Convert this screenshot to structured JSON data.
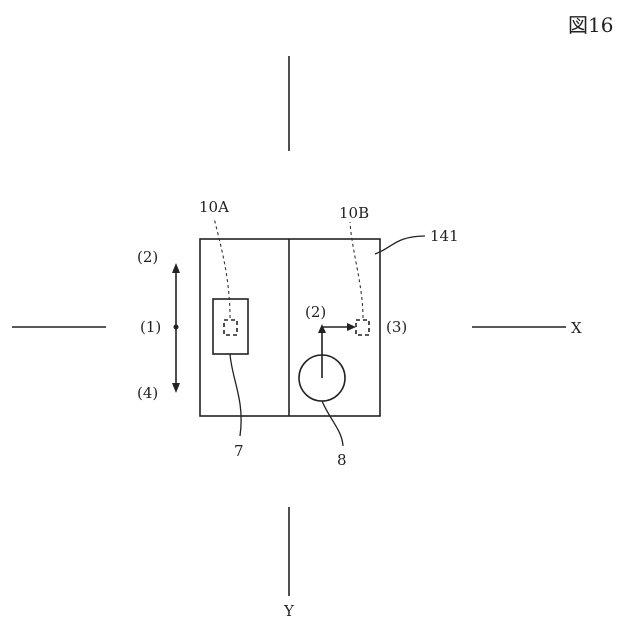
{
  "figure": {
    "title": "図16",
    "axis_x_label": "X",
    "axis_y_label": "Y",
    "labels": {
      "ref_141": "141",
      "ref_10A": "10A",
      "ref_10B": "10B",
      "ref_7": "7",
      "ref_8": "8",
      "pos_2_left": "(2)",
      "pos_1_left": "(1)",
      "pos_4_left": "(4)",
      "pos_2_right": "(2)",
      "pos_3_right": "(3)"
    }
  }
}
